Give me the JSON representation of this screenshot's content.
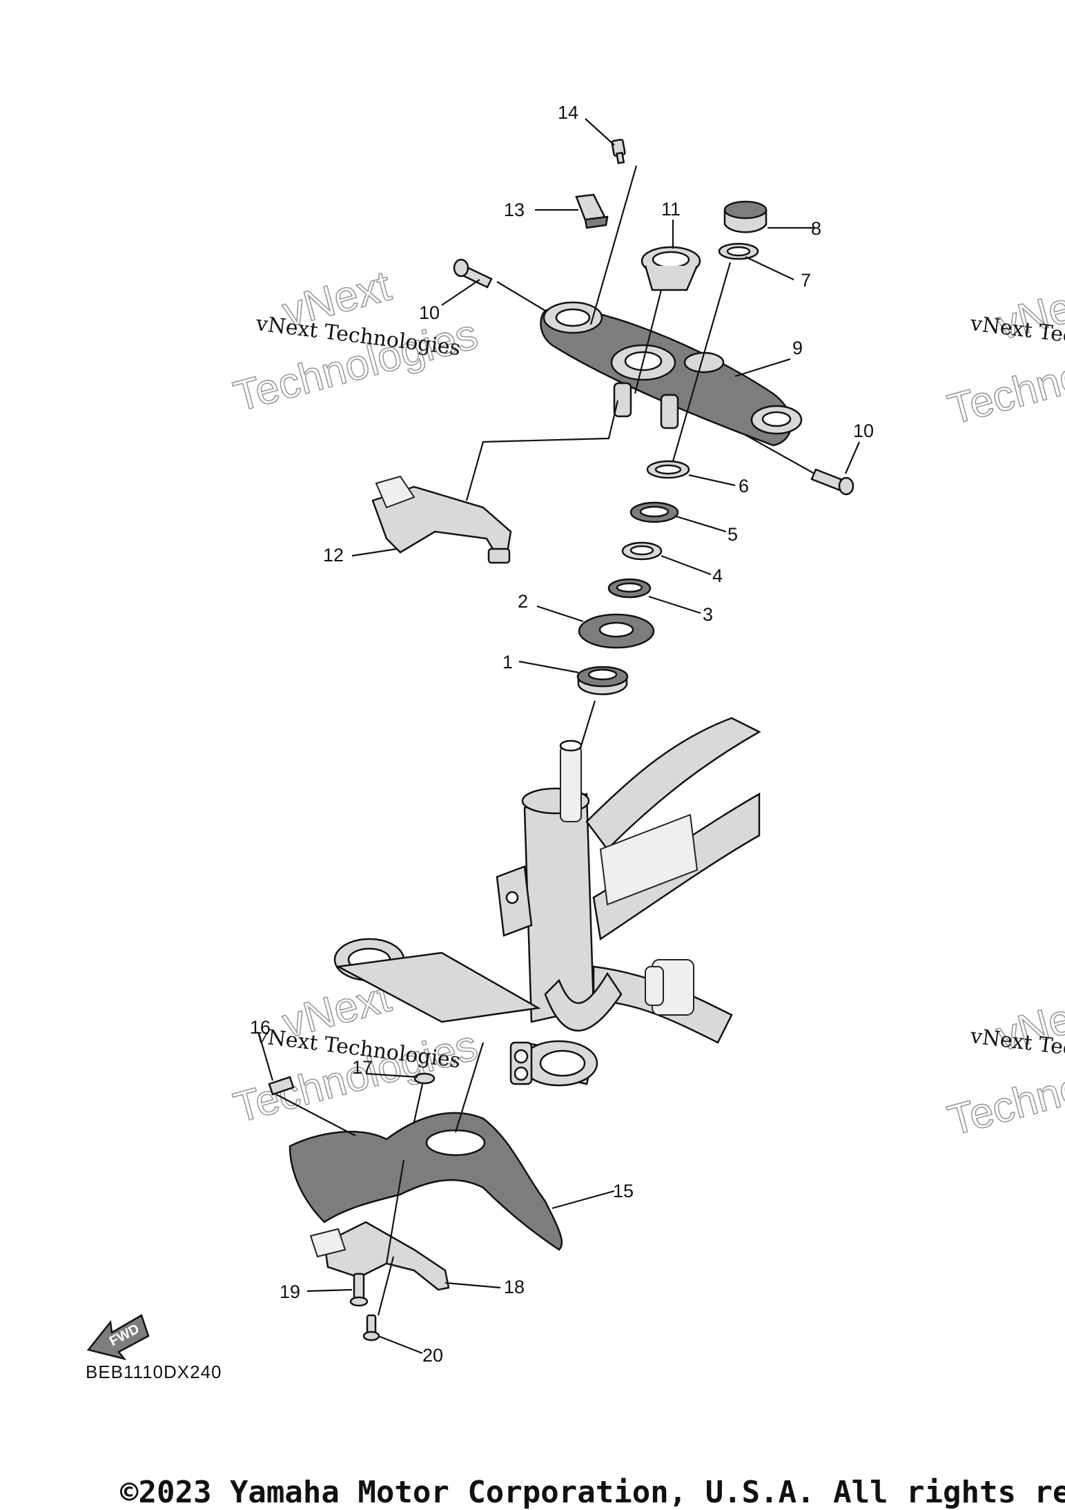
{
  "diagram": {
    "code": "BEB1110DX240",
    "copyright": "©2023 Yamaha Motor Corporation, U.S.A. All rights res",
    "fwd_label": "FWD",
    "watermark": {
      "line": "vNext Technologies",
      "top": "vNext",
      "bottom": "Technologies"
    },
    "callouts": [
      "1",
      "2",
      "3",
      "4",
      "5",
      "6",
      "7",
      "8",
      "9",
      "10",
      "10",
      "11",
      "12",
      "13",
      "14",
      "15",
      "16",
      "17",
      "18",
      "19",
      "20"
    ]
  }
}
